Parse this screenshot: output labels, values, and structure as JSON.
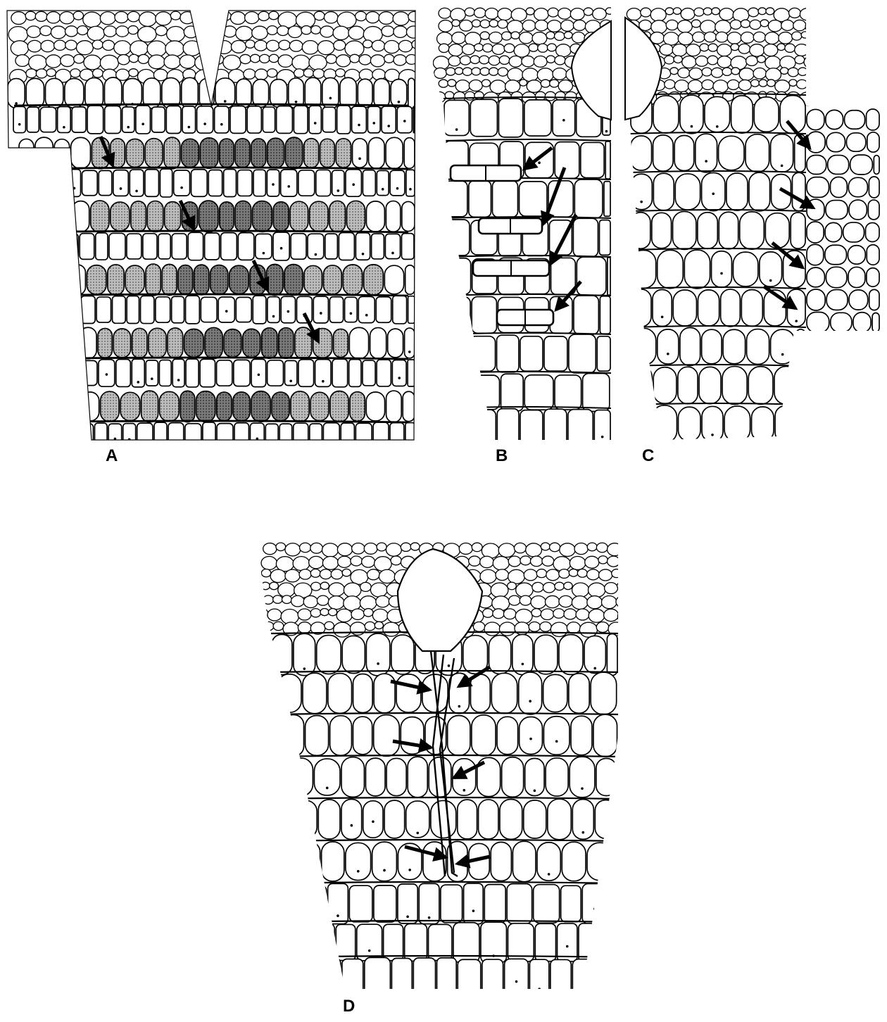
{
  "figure": {
    "panels": [
      {
        "id": "A",
        "label": "A",
        "arrows": 4
      },
      {
        "id": "B",
        "label": "B",
        "arrows": 4
      },
      {
        "id": "C",
        "label": "C",
        "arrows": 4
      },
      {
        "id": "D",
        "label": "D",
        "arrows": 6
      }
    ],
    "colors": {
      "ink": "#000000",
      "paper": "#ffffff",
      "shade_light": "#b8b8b8",
      "shade_dark": "#6e6e6e"
    }
  }
}
